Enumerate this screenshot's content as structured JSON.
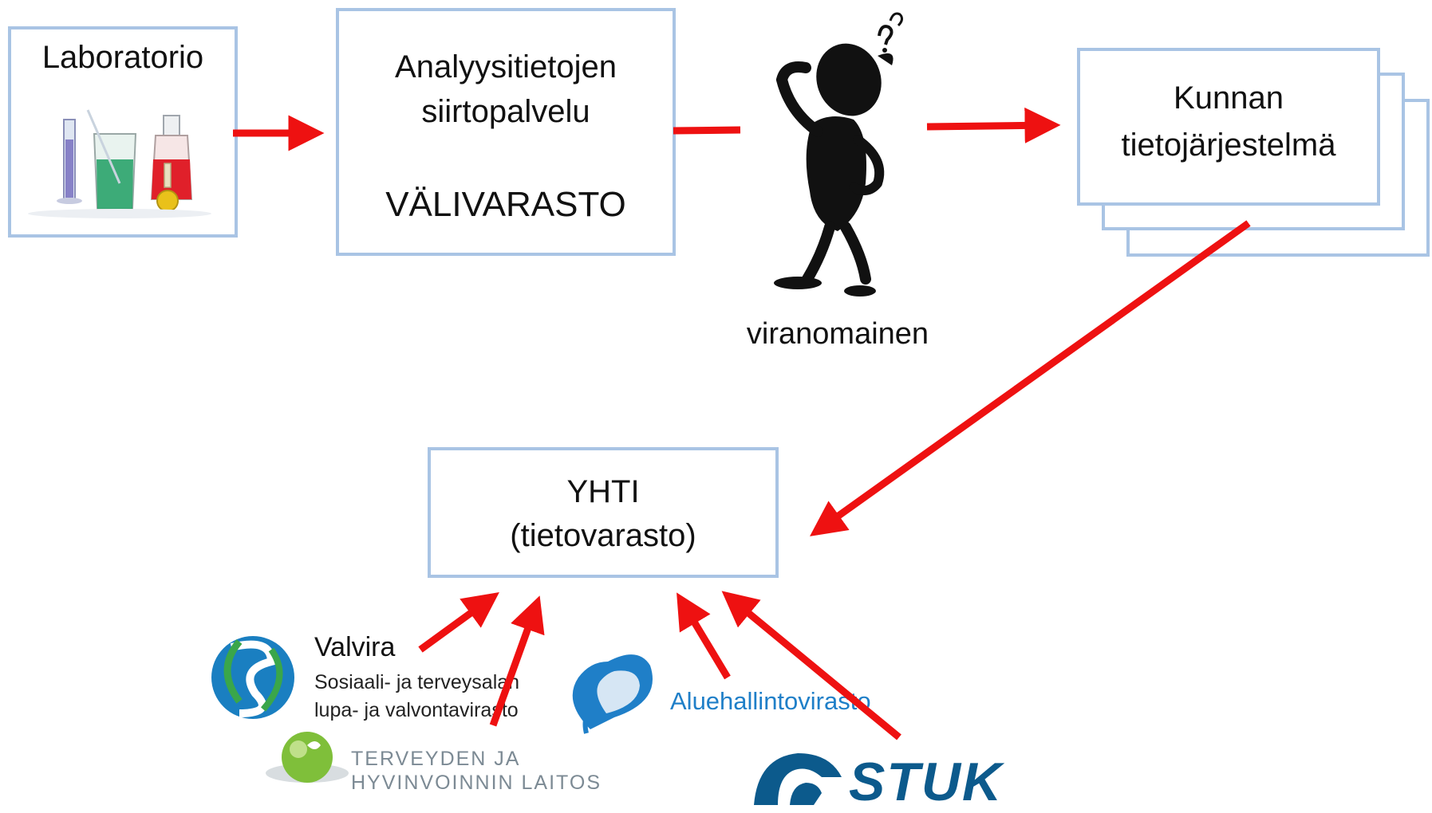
{
  "colors": {
    "box_border": "#a9c4e4",
    "arrow": "#ee1111",
    "text": "#111111",
    "valvira_blue": "#1a7fc1",
    "valvira_green": "#3aa64a",
    "thl_green": "#7fbf3a",
    "avi_blue": "#1f7fc8",
    "stuk_blue": "#0c5a8c"
  },
  "nodes": {
    "laboratory": {
      "label": "Laboratorio",
      "icon": "lab-glassware-icon"
    },
    "transfer": {
      "line1": "Analyysitietojen",
      "line2": "siirtopalvelu",
      "line3": "VÄLIVARASTO"
    },
    "authority": {
      "label": "viranomainen",
      "icon": "thinking-person-icon"
    },
    "municipal": {
      "line1": "Kunnan",
      "line2": "tietojärjestelmä"
    },
    "yhti": {
      "line1": "YHTI",
      "line2": "(tietovarasto)"
    }
  },
  "logos": {
    "valvira": {
      "name": "Valvira",
      "sub1": "Sosiaali- ja terveysalan",
      "sub2": "lupa- ja valvontavirasto"
    },
    "thl": {
      "line1": "TERVEYDEN JA",
      "line2": "HYVINVOINNIN LAITOS"
    },
    "avi": {
      "name": "Aluehallintovirasto"
    },
    "stuk": {
      "name": "STUK"
    }
  }
}
